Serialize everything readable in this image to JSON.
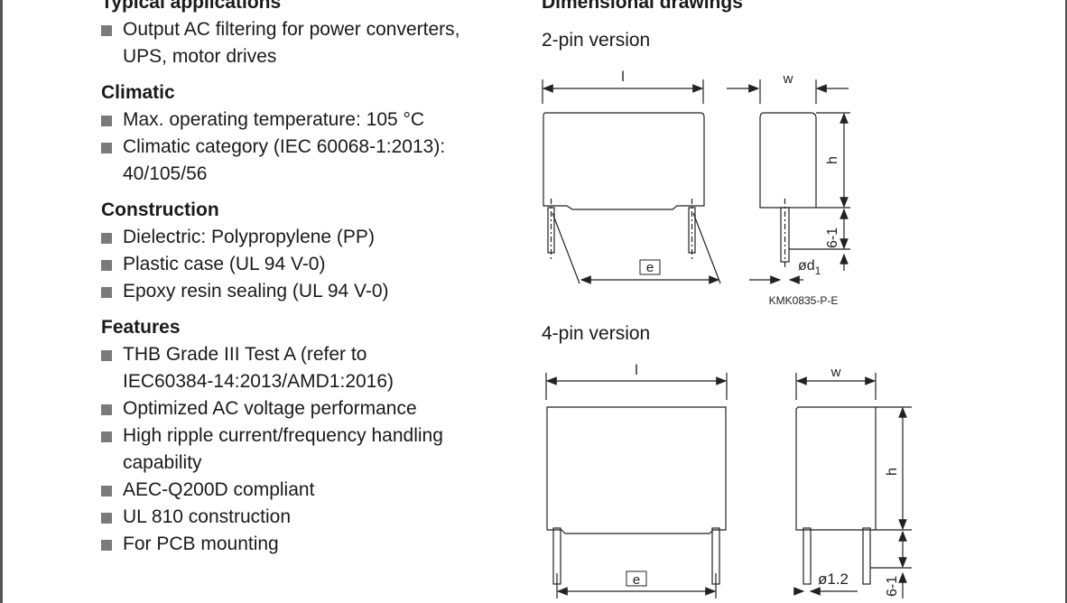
{
  "left": {
    "sections": [
      {
        "heading": "Typical applications",
        "items": [
          [
            "Output AC filtering for power converters,",
            "UPS, motor drives"
          ]
        ]
      },
      {
        "heading": "Climatic",
        "items": [
          [
            "Max. operating temperature: 105 °C"
          ],
          [
            "Climatic category (IEC 60068-1:2013):",
            "40/105/56"
          ]
        ]
      },
      {
        "heading": "Construction",
        "items": [
          [
            "Dielectric: Polypropylene (PP)"
          ],
          [
            "Plastic case (UL 94 V-0)"
          ],
          [
            "Epoxy resin sealing (UL 94 V-0)"
          ]
        ]
      },
      {
        "heading": "Features",
        "items": [
          [
            "THB Grade III Test A (refer to",
            "IEC60384-14:2013/AMD1:2016)"
          ],
          [
            "Optimized AC voltage performance"
          ],
          [
            "High ripple current/frequency handling",
            "capability"
          ],
          [
            "AEC-Q200D compliant"
          ],
          [
            "UL 810 construction"
          ],
          [
            "For PCB mounting"
          ]
        ]
      }
    ]
  },
  "right": {
    "heading": "Dimensional drawings",
    "two_pin": {
      "title": "2-pin version",
      "labels": {
        "l": "l",
        "w": "w",
        "h": "h",
        "e": "e",
        "pin_len": "6-1",
        "d": "ød",
        "d_sub": "1"
      },
      "code": "KMK0835-P-E"
    },
    "four_pin": {
      "title": "4-pin version",
      "labels": {
        "l": "l",
        "w": "w",
        "h": "h",
        "e": "e",
        "pin_len": "6-1",
        "d": "ø1.2"
      }
    }
  }
}
